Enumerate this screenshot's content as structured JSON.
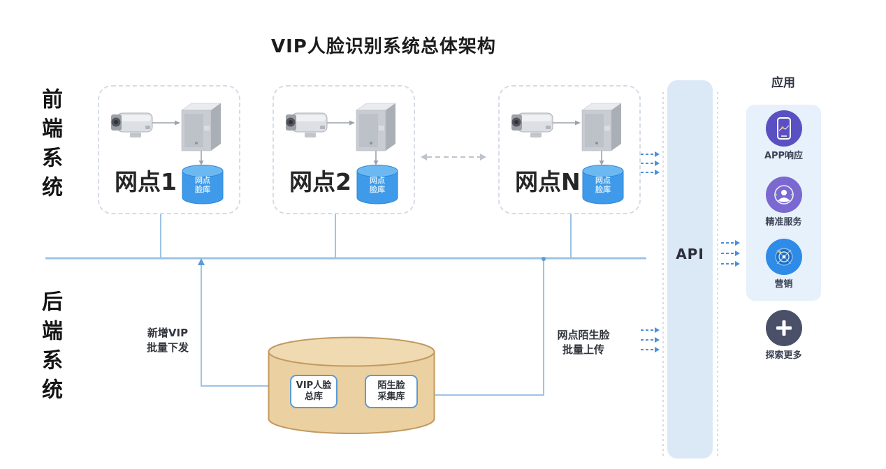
{
  "title": "VIP人脸识别系统总体架构",
  "sections": {
    "front": "前端系统",
    "back": "后端系统"
  },
  "nodes": [
    {
      "label": "网点1",
      "db": "网点\n脸库"
    },
    {
      "label": "网点2",
      "db": "网点\n脸库"
    },
    {
      "label": "网点N",
      "db": "网点\n脸库"
    }
  ],
  "api": {
    "label": "API"
  },
  "apps": {
    "header": "应用",
    "items": [
      {
        "label": "APP响应",
        "icon": "phone-icon",
        "color": "#5b50c2"
      },
      {
        "label": "精准服务",
        "icon": "person-icon",
        "color": "#7b68d0"
      },
      {
        "label": "营销",
        "icon": "radar-icon",
        "color": "#2e8be8"
      }
    ],
    "more": {
      "label": "探索更多",
      "icon": "plus-icon",
      "color": "#4b5069"
    }
  },
  "backend": {
    "vip_db": "VIP人脸\n总库",
    "stranger_db": "陌生脸\n采集库",
    "flow_down": "新增VIP\n批量下发",
    "flow_up": "网点陌生脸\n批量上传"
  },
  "colors": {
    "bus_line": "#9dc3e6",
    "dashed_arrow_blue": "#4c8fd8",
    "node_db_blue": "#3f9be9",
    "node_db_top": "#6cb9f1",
    "backend_cylinder": "#ebd0a1",
    "backend_cylinder_top": "#f0dab2",
    "backend_cylinder_stroke": "#c29a5f",
    "api_bg": "#dbe9f7",
    "panel_bg": "#e7f1fb",
    "db_box_border": "#5b9bd5"
  }
}
